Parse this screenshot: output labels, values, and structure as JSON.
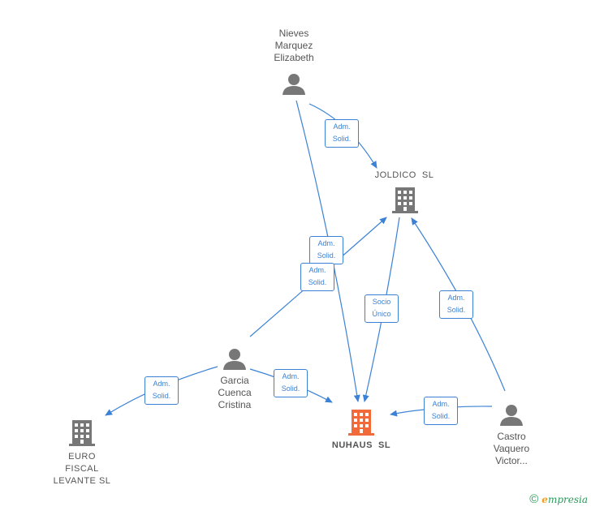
{
  "nodes": {
    "nieves": {
      "label": "Nieves\nMarquez\nElizabeth",
      "kind": "person"
    },
    "joldico": {
      "label": "JOLDICO  SL",
      "kind": "company"
    },
    "garcia": {
      "label": "Garcia\nCuenca\nCristina",
      "kind": "person"
    },
    "nuhaus": {
      "label": "NUHAUS  SL",
      "kind": "company-main"
    },
    "euro": {
      "label": "EURO\nFISCAL\nLEVANTE SL",
      "kind": "company"
    },
    "castro": {
      "label": "Castro\nVaquero\nVictor...",
      "kind": "person"
    }
  },
  "edges": {
    "nieves_joldico": "Adm.\nSolid.",
    "nieves_nuhaus": "Adm.\nSolid.",
    "garcia_joldico": "Adm.\nSolid.",
    "joldico_nuhaus": "Socio\nÚnico",
    "castro_joldico": "Adm.\nSolid.",
    "garcia_nuhaus": "Adm.\nSolid.",
    "garcia_euro": "Adm.\nSolid.",
    "castro_nuhaus": "Adm.\nSolid."
  },
  "footer": {
    "copyright": "©",
    "brand_first": "e",
    "brand_rest": "mpresia"
  },
  "colors": {
    "edge": "#3b82d6",
    "icon": "#777777",
    "main": "#f26a3a"
  }
}
